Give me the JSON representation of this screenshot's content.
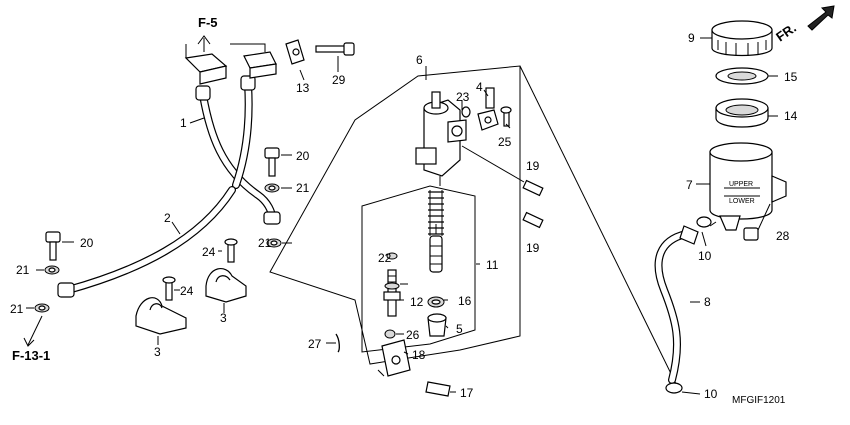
{
  "diagram_code": "MFGIF1201",
  "references": {
    "top": "F-5",
    "bottom_left": "F-13-1"
  },
  "direction": {
    "label": "FR."
  },
  "reservoir_marks": {
    "upper": "UPPER",
    "lower": "LOWER"
  },
  "callouts": {
    "c1": "1",
    "c2": "2",
    "c3a": "3",
    "c3b": "3",
    "c4": "4",
    "c5": "5",
    "c6": "6",
    "c7": "7",
    "c8": "8",
    "c9": "9",
    "c10a": "10",
    "c10b": "10",
    "c11": "11",
    "c12": "12",
    "c13": "13",
    "c14": "14",
    "c15": "15",
    "c16": "16",
    "c17": "17",
    "c18": "18",
    "c19a": "19",
    "c19b": "19",
    "c20a": "20",
    "c20b": "20",
    "c21a": "21",
    "c21b": "21",
    "c21c": "21",
    "c21d": "21",
    "c22": "22",
    "c23": "23",
    "c24a": "24",
    "c24b": "24",
    "c25": "25",
    "c26": "26",
    "c27": "27",
    "c28": "28",
    "c29": "29"
  }
}
